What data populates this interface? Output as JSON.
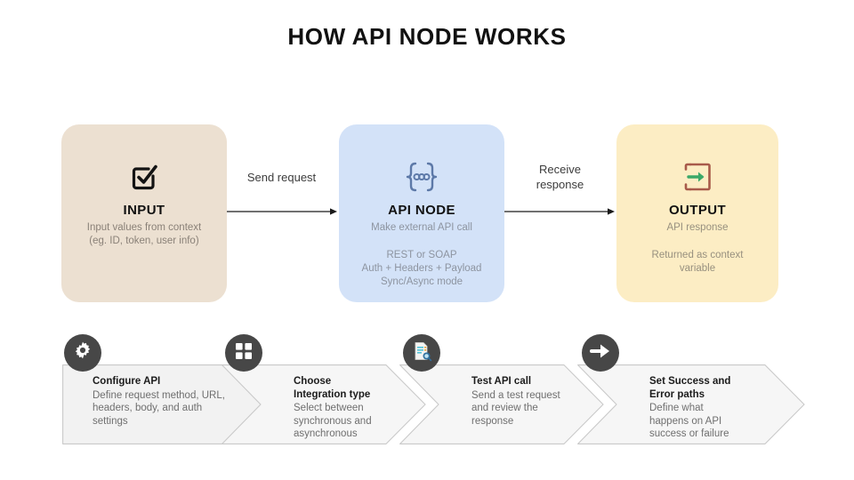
{
  "page": {
    "title": "HOW API NODE WORKS",
    "background": "#ffffff"
  },
  "flow": {
    "nodes": [
      {
        "id": "input",
        "icon": "checkbox-check-icon",
        "title": "INPUT",
        "subtitle": "Input values from context",
        "subtitle2": "(eg. ID, token, user info)",
        "detail": "",
        "fill": "#ece0d1"
      },
      {
        "id": "api-node",
        "icon": "code-braces-icon",
        "title": "API NODE",
        "subtitle": "Make external API call",
        "subtitle2": "",
        "detail_lines": [
          "REST or SOAP",
          "Auth + Headers + Payload",
          "Sync/Async mode"
        ],
        "fill": "#d3e2f8"
      },
      {
        "id": "output",
        "icon": "arrow-into-box-icon",
        "title": "OUTPUT",
        "subtitle": "API response",
        "subtitle2": "",
        "detail_lines": [
          "Returned as context",
          "variable"
        ],
        "fill": "#fcedc4"
      }
    ],
    "connectors": [
      {
        "id": "send-request",
        "label_line1": "Send request",
        "label_line2": ""
      },
      {
        "id": "receive-response",
        "label_line1": "Receive",
        "label_line2": "response"
      }
    ]
  },
  "steps": [
    {
      "icon": "gear-icon",
      "heading_line1": "Configure API",
      "heading_line2": "",
      "body_lines": [
        "Define request method, URL,",
        "headers, body, and auth",
        "settings"
      ]
    },
    {
      "icon": "grid-window-icon",
      "heading_line1": "Choose",
      "heading_line2": "Integration type",
      "body_lines": [
        "Select between",
        "synchronous and",
        "asynchronous"
      ]
    },
    {
      "icon": "document-search-icon",
      "heading_line1": "Test API call",
      "heading_line2": "",
      "body_lines": [
        "Send a test request",
        "and review the",
        "response"
      ]
    },
    {
      "icon": "arrow-right-icon",
      "heading_line1": "Set Success and",
      "heading_line2": "Error paths",
      "body_lines": [
        "Define what",
        "happens on API",
        "success or failure"
      ]
    }
  ],
  "colors": {
    "input_fill": "#ece0d1",
    "api_fill": "#d3e2f8",
    "output_fill": "#fcedc4",
    "chevron_fill": "#f2f2f2",
    "circle_fill": "#474747",
    "output_icon_green": "#3aa868",
    "output_icon_frame": "#a85a4a"
  }
}
